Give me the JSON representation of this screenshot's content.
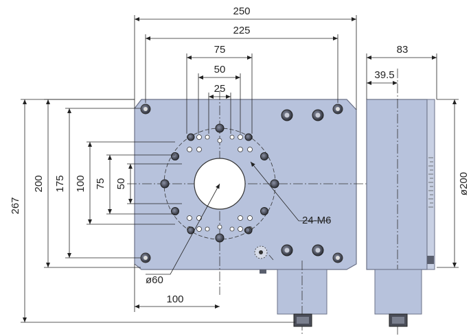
{
  "colors": {
    "plate_fill": "#b7c2dc",
    "plate_stroke": "#6b7187",
    "dim_line": "#222222",
    "hole_dark": "#3a3d48",
    "background": "#ffffff"
  },
  "dimensions": {
    "top": [
      "250",
      "225",
      "75",
      "50",
      "25"
    ],
    "left": [
      "267",
      "200",
      "175",
      "100",
      "75",
      "50"
    ],
    "side": {
      "width": "83",
      "offset": "39.5",
      "diameter": "ø200"
    },
    "bottom": {
      "diameter": "ø60",
      "distance": "100"
    },
    "callout": "24-M6"
  }
}
